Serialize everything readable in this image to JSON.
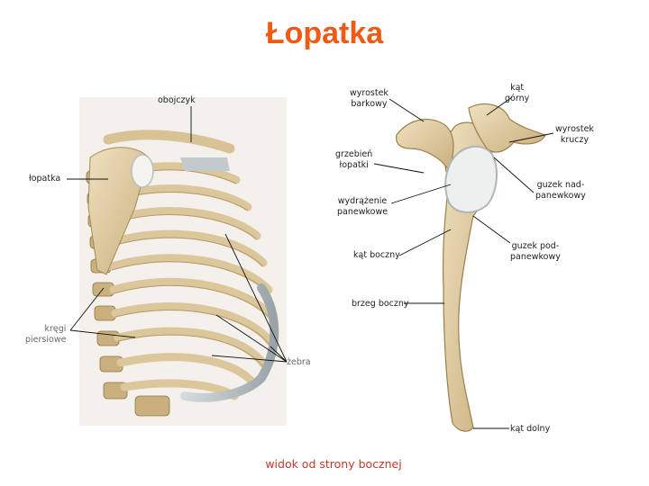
{
  "title": "Łopatka",
  "caption": "widok od strony bocznej",
  "labels": {
    "obojczyk": "obojczyk",
    "wyrostek_barkowy": "wyrostek\nbarkowy",
    "kat_gorny": "kąt\ngórny",
    "wyrostek_kruczy": "wyrostek\nkruczy",
    "grzebien_lopatki": "grzebień\nłopatki",
    "lopatka": "łopatka",
    "guzek_nadpanewkowy": "guzek nad-\npanewkowy",
    "wydrazenie_panewkowe": "wydrążenie\npanewkowe",
    "kat_boczny": "kąt boczny",
    "guzek_podpanewkowy": "guzek pod-\npanewkowy",
    "brzeg_boczny": "brzeg boczny",
    "kregi_piersiowe": "kręgi\npiersiowe",
    "zebra": "żebra",
    "kat_dolny": "kąt dolny"
  },
  "colors": {
    "title": "#f05a14",
    "caption": "#c0392b",
    "bone": "#e2cfa8",
    "bone_shade": "#c9b07e",
    "cartilage": "#b7bfc4",
    "leader": "#111111"
  }
}
